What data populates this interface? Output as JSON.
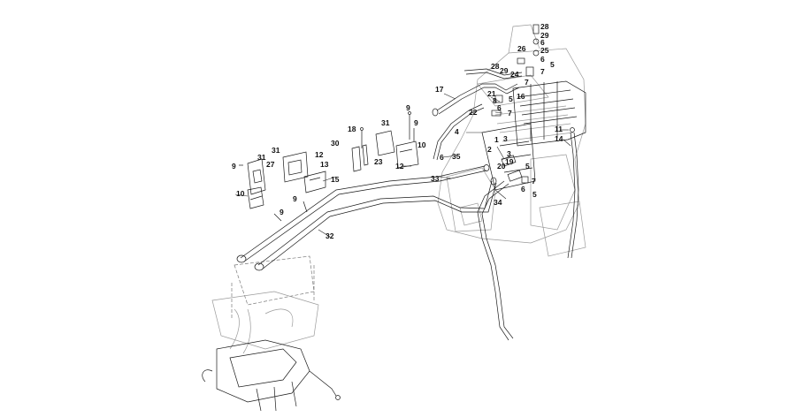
{
  "colors": {
    "line": "#1a1a1a",
    "ghost": "#9a9a9a",
    "background": "#ffffff"
  },
  "callouts": {
    "c28a": "28",
    "c29a": "29",
    "c6a": "6",
    "c25": "25",
    "c26": "26",
    "c6b": "6",
    "c5a": "5",
    "c28b": "28",
    "c29b": "29",
    "c24": "24",
    "c7a": "7",
    "c7b": "7",
    "c17": "17",
    "c21": "21",
    "c16": "16",
    "c8": "8",
    "c5b": "5",
    "c22": "22",
    "c6c": "6",
    "c7c": "7",
    "c9a": "9",
    "c31a": "31",
    "c18": "18",
    "c9b": "9",
    "c4": "4",
    "c11": "11",
    "c14": "14",
    "c30": "30",
    "c10a": "10",
    "c1": "1",
    "c3a": "3",
    "c2": "2",
    "c3b": "3",
    "c19": "19",
    "c20": "20",
    "c31b": "31",
    "c12a": "12",
    "c13": "13",
    "c35": "35",
    "c23": "23",
    "c6d": "6",
    "c12b": "12",
    "c5c": "5",
    "c7d": "7",
    "c6e": "6",
    "c5d": "5",
    "c9c": "9",
    "c31c": "31",
    "c27": "27",
    "c33": "33",
    "c15": "15",
    "c9d": "9",
    "c10b": "10",
    "c9e": "9",
    "c34": "34",
    "c32": "32"
  }
}
